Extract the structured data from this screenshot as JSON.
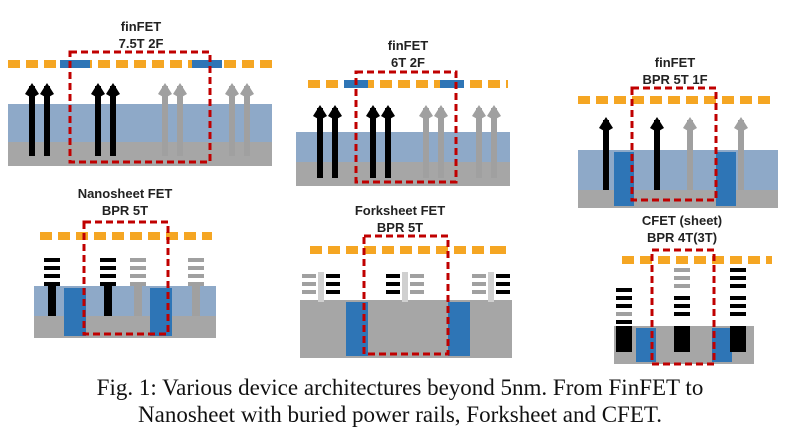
{
  "panels": {
    "p1": {
      "line1": "finFET",
      "line2": "7.5T 2F"
    },
    "p2": {
      "line1": "finFET",
      "line2": "6T 2F"
    },
    "p3": {
      "line1": "finFET",
      "line2": "BPR 5T 1F"
    },
    "p4": {
      "line1": "Nanosheet FET",
      "line2": "BPR 5T"
    },
    "p5": {
      "line1": "Forksheet FET",
      "line2": "BPR 5T"
    },
    "p6": {
      "line1": "CFET (sheet)",
      "line2": "BPR 4T(3T)"
    }
  },
  "caption": {
    "line1": "Fig. 1: Various device architectures beyond 5nm. From FinFET to",
    "line2": "Nanosheet with buried power rails, Forksheet and CFET."
  },
  "colors": {
    "track": "#f5a623",
    "rail": "#2e75b6",
    "oxide": "#8ea9c8",
    "substrate": "#a6a6a6",
    "fin_active": "#000000",
    "fin_dummy": "#a0a0a0",
    "cell_boundary": "#c00000"
  }
}
